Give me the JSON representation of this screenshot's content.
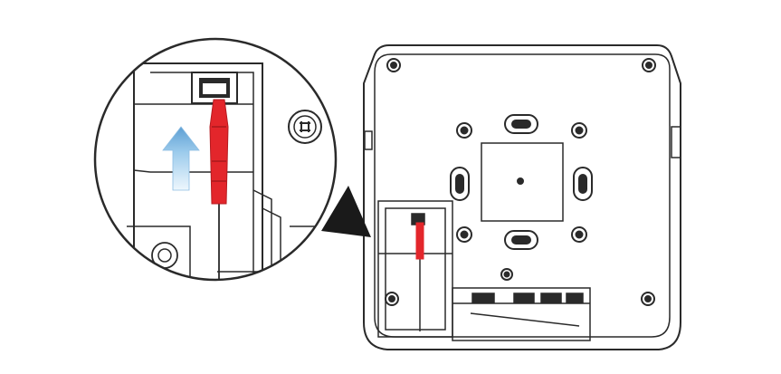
{
  "diagram": {
    "colors": {
      "line": "#2a2a2a",
      "cable_red": "#e3262b",
      "arrow_light": "#d6ebf8",
      "arrow_dark": "#5d9fd3",
      "background": "#ffffff"
    },
    "parts": [
      {
        "name": "magnified-callout",
        "icon": "magnifier-circle"
      },
      {
        "name": "device-back-panel",
        "icon": "mounting-plate"
      },
      {
        "name": "network-cable",
        "icon": "rj45-plug"
      },
      {
        "name": "insert-direction-arrow",
        "icon": "arrow-up"
      },
      {
        "name": "screw-head",
        "icon": "phillips-screw"
      },
      {
        "name": "terminal-block",
        "icon": "connector-strip"
      }
    ]
  }
}
